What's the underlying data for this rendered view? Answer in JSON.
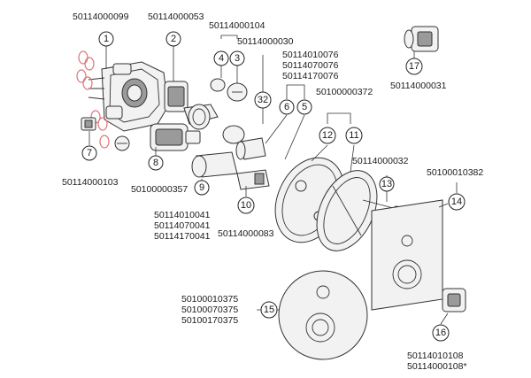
{
  "part_numbers": {
    "p1": "50114000099",
    "p2": "50114000053",
    "p3_4": "50114000104",
    "p32": "50114000030",
    "p5_6_a": "50114010076",
    "p5_6_b": "50114070076",
    "p5_6_c": "50114170076",
    "p11_12": "50100000372",
    "p17": "50114000031",
    "p7": "50114000103",
    "p8": "50100000357",
    "p13": "50114000032",
    "p14": "50100010382",
    "p9_a": "50114010041",
    "p9_b": "50114070041",
    "p9_c": "50114170041",
    "p10": "50114000083",
    "p15_a": "50100010375",
    "p15_b": "50100070375",
    "p15_c": "50100170375",
    "p16_a": "50114010108",
    "p16_b": "50114000108*"
  },
  "callouts": [
    "1",
    "2",
    "3",
    "4",
    "32",
    "5",
    "6",
    "17",
    "11",
    "12",
    "13",
    "14",
    "7",
    "8",
    "9",
    "10",
    "15",
    "16"
  ]
}
